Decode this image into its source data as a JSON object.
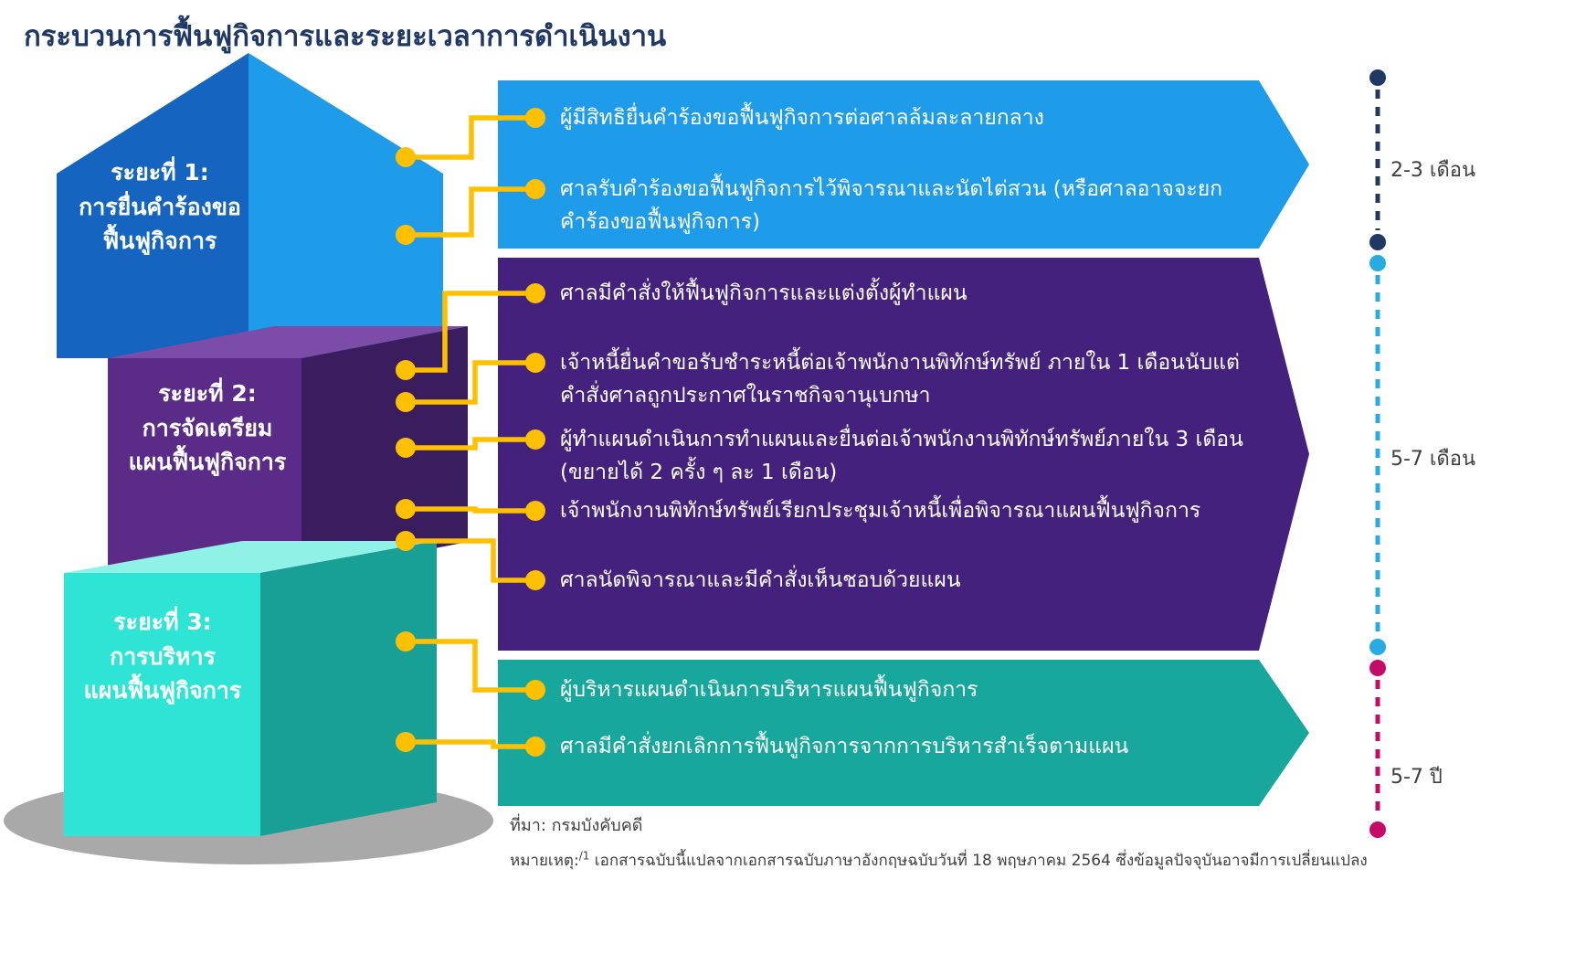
{
  "title": "กระบวนการฟื้นฟูกิจการและระยะเวลาการดำเนินงาน",
  "colors": {
    "phase1_front": "#1E9BE9",
    "phase1_side": "#1565C0",
    "phase2_front": "#5B2C87",
    "phase2_side": "#3A1D5E",
    "phase2_top": "#7C4DA8",
    "phase3_front": "#2EE5D5",
    "phase3_side": "#189F96",
    "phase3_top": "#90F2E6",
    "arrow1": "#1E9BE9",
    "arrow2": "#45217E",
    "arrow3": "#17A79C",
    "connector": "#FFC000",
    "shadow": "#A9A9A9",
    "timeline_navy": "#1F3864",
    "timeline_blue": "#29ABE2",
    "timeline_pink": "#C60A67"
  },
  "phases": [
    {
      "label": "ระยะที่ 1:\nการยื่นคำร้องขอ\nฟื้นฟูกิจการ"
    },
    {
      "label": "ระยะที่ 2:\nการจัดเตรียม\nแผนฟื้นฟูกิจการ"
    },
    {
      "label": "ระยะที่ 3:\nการบริหาร\nแผนฟื้นฟูกิจการ"
    }
  ],
  "arrows": [
    {
      "bullets": [
        "ผู้มีสิทธิยื่นคำร้องขอฟื้นฟูกิจการต่อศาลล้มละลายกลาง",
        "ศาลรับคำร้องขอฟื้นฟูกิจการไว้พิจารณาและนัดไต่สวน (หรือศาลอาจจะยกคำร้องขอฟื้นฟูกิจการ)"
      ]
    },
    {
      "bullets": [
        "ศาลมีคำสั่งให้ฟื้นฟูกิจการและแต่งตั้งผู้ทำแผน",
        "เจ้าหนี้ยื่นคำขอรับชำระหนี้ต่อเจ้าพนักงานพิทักษ์ทรัพย์ ภายใน 1 เดือนนับแต่คำสั่งศาลถูกประกาศในราชกิจจานุเบกษา",
        "ผู้ทำแผนดำเนินการทำแผนและยื่นต่อเจ้าพนักงานพิทักษ์ทรัพย์ภายใน 3 เดือน (ขยายได้ 2 ครั้ง ๆ ละ 1 เดือน)",
        "เจ้าพนักงานพิทักษ์ทรัพย์เรียกประชุมเจ้าหนี้เพื่อพิจารณาแผนฟื้นฟูกิจการ",
        "ศาลนัดพิจารณาและมีคำสั่งเห็นชอบด้วยแผน"
      ]
    },
    {
      "bullets": [
        "ผู้บริหารแผนดำเนินการบริหารแผนฟื้นฟูกิจการ",
        "ศาลมีคำสั่งยกเลิกการฟื้นฟูกิจการจากการบริหารสำเร็จตามแผน"
      ]
    }
  ],
  "timeline": [
    {
      "label": "2-3 เดือน",
      "color": "#1F3864"
    },
    {
      "label": "5-7 เดือน",
      "color": "#29ABE2"
    },
    {
      "label": "5-7 ปี",
      "color": "#C60A67"
    }
  ],
  "footer": {
    "source": "ที่มา: กรมบังคับคดี",
    "note_prefix": "หมายเหตุ:",
    "note_ref": "/1",
    "note_text": " เอกสารฉบับนี้แปลจากเอกสารฉบับภาษาอังกฤษฉบับวันที่ 18 พฤษภาคม 2564 ซึ่งข้อมูลปัจจุบันอาจมีการเปลี่ยนแปลง"
  }
}
